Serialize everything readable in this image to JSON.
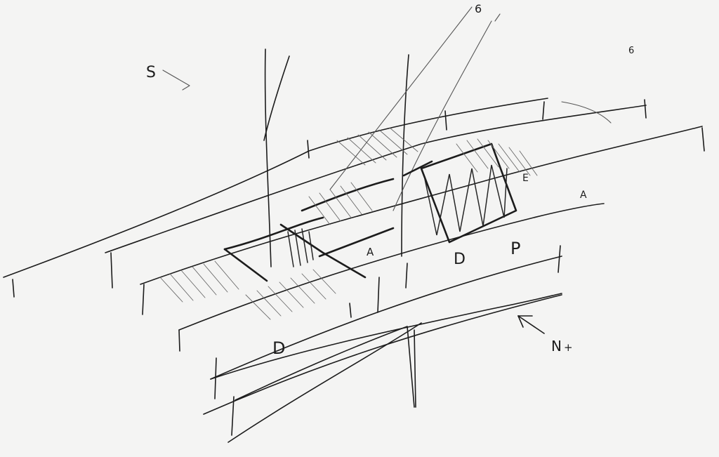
{
  "labels": {
    "north_marker": "N",
    "north_suffix": "+",
    "south_marker": "S",
    "zone_d_lower": "D",
    "zone_d_mid": "D",
    "zone_p": "P",
    "zone_a_left": "A",
    "zone_a_right": "A",
    "zone_e": "E",
    "tick_top": "6",
    "tick_topright": "6"
  },
  "colors": {
    "ink": "#1c1c1c",
    "paper": "#f4f4f3",
    "shade": "#6a6a6a"
  }
}
